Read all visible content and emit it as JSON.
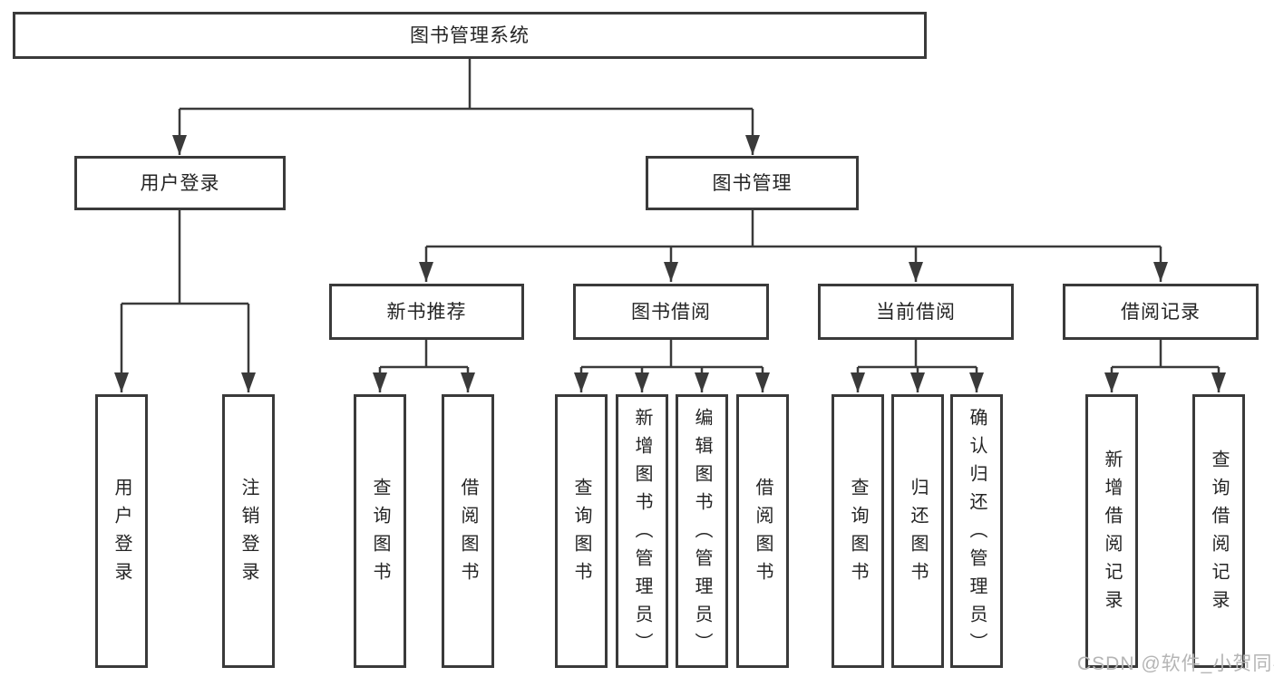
{
  "title": "图书管理系统",
  "branches": [
    {
      "label": "用户登录",
      "children": [
        {
          "label": "用户登录"
        },
        {
          "label": "注销登录"
        }
      ]
    },
    {
      "label": "图书管理",
      "children": [
        {
          "label": "新书推荐",
          "children": [
            {
              "label": "查询图书"
            },
            {
              "label": "借阅图书"
            }
          ]
        },
        {
          "label": "图书借阅",
          "children": [
            {
              "label": "查询图书"
            },
            {
              "label": "新增图书（管理员）"
            },
            {
              "label": "编辑图书（管理员）"
            },
            {
              "label": "借阅图书"
            }
          ]
        },
        {
          "label": "当前借阅",
          "children": [
            {
              "label": "查询图书"
            },
            {
              "label": "归还图书"
            },
            {
              "label": "确认归还（管理员）"
            }
          ]
        },
        {
          "label": "借阅记录",
          "children": [
            {
              "label": "新增借阅记录"
            },
            {
              "label": "查询借阅记录"
            }
          ]
        }
      ]
    }
  ],
  "watermark": {
    "text": "CSDN @软件_小贺同学"
  },
  "colors": {
    "line": "#3a3a3a",
    "text": "#242424",
    "watermark": "#b5b5b5",
    "background": "#ffffff"
  }
}
